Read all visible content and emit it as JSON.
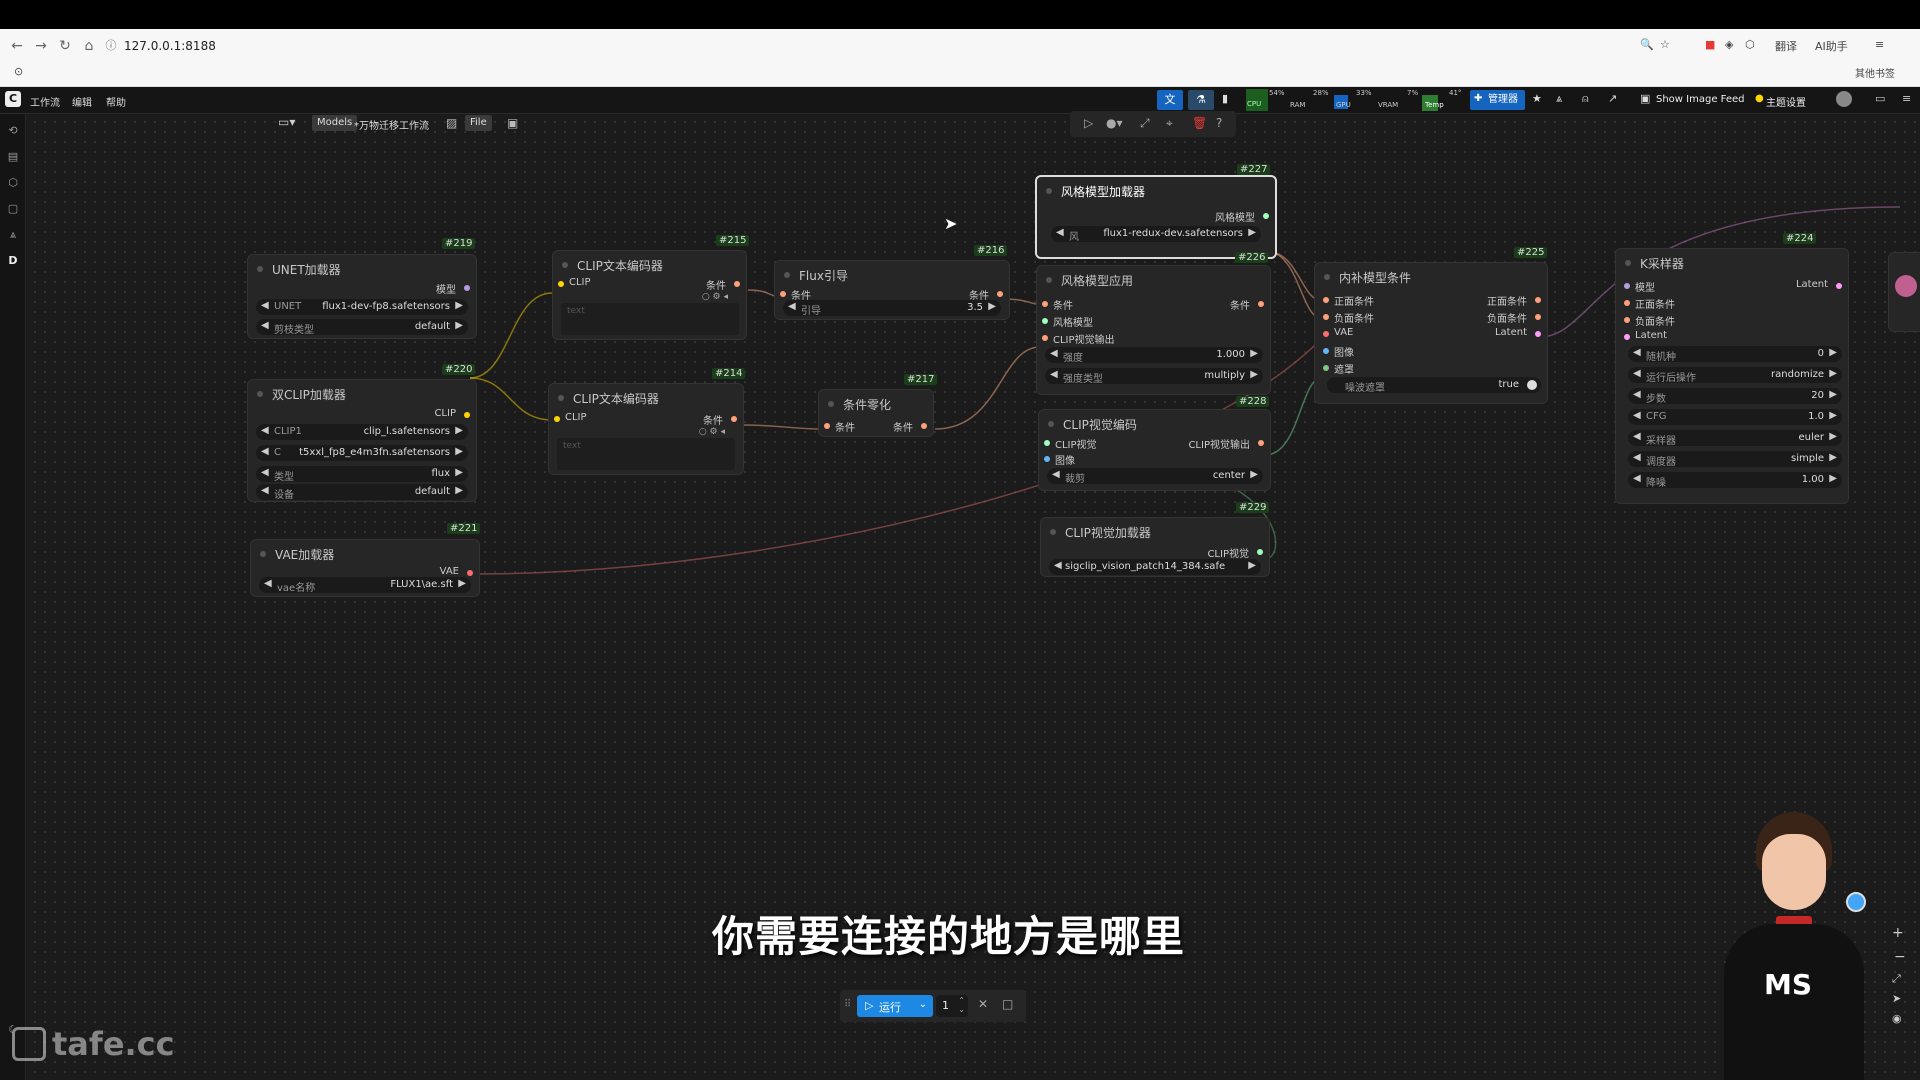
{
  "browser": {
    "url": "127.0.0.1:8188",
    "bookmarks_label": "其他书签",
    "right_labels": [
      "翻译",
      "AI助手"
    ]
  },
  "appbar": {
    "menus": [
      "工作流",
      "编辑",
      "帮助"
    ],
    "stats": [
      {
        "label": "CPU",
        "value": "54%"
      },
      {
        "label": "RAM",
        "value": "28%"
      },
      {
        "label": "GPU",
        "value": "33%"
      },
      {
        "label": "VRAM",
        "value": "7%"
      },
      {
        "label": "Temp",
        "value": "41°"
      }
    ],
    "manager_label": "管理器",
    "show_image_feed": "Show Image Feed",
    "theme_label": "主题设置"
  },
  "workflow_toolbar": {
    "models_label": "Models",
    "workflow_name": "*万物迁移工作流",
    "file_label": "File"
  },
  "nodes": {
    "unet": {
      "id": "#219",
      "title": "UNET加载器",
      "output": "模型",
      "widgets": [
        {
          "label": "UNET",
          "value": "flux1-dev-fp8.safetensors"
        },
        {
          "label": "剪枝类型",
          "value": "default"
        }
      ]
    },
    "dualclip": {
      "id": "#220",
      "title": "双CLIP加载器",
      "output": "CLIP",
      "widgets": [
        {
          "label": "CLIP1",
          "value": "clip_l.safetensors"
        },
        {
          "label": "C",
          "value": "t5xxl_fp8_e4m3fn.safetensors"
        },
        {
          "label": "类型",
          "value": "flux"
        },
        {
          "label": "设备",
          "value": "default"
        }
      ]
    },
    "vae": {
      "id": "#221",
      "title": "VAE加载器",
      "output": "VAE",
      "widgets": [
        {
          "label": "vae名称",
          "value": "FLUX1\\ae.sft"
        }
      ]
    },
    "clip1": {
      "id": "#215",
      "title": "CLIP文本编码器",
      "input": "CLIP",
      "output": "条件",
      "placeholder": "text"
    },
    "clip2": {
      "id": "#214",
      "title": "CLIP文本编码器",
      "input": "CLIP",
      "output": "条件",
      "placeholder": "text"
    },
    "flux": {
      "id": "#216",
      "title": "Flux引导",
      "input": "条件",
      "output": "条件",
      "widgets": [
        {
          "label": "引导",
          "value": "3.5"
        }
      ]
    },
    "zero": {
      "id": "#217",
      "title": "条件零化",
      "input": "条件",
      "output": "条件"
    },
    "style_loader": {
      "id": "#227",
      "title": "风格模型加载器",
      "output": "风格模型",
      "widgets": [
        {
          "label": "风",
          "value": "flux1-redux-dev.safetensors"
        }
      ]
    },
    "style_apply": {
      "id": "#226",
      "title": "风格模型应用",
      "inputs": [
        "条件",
        "风格模型",
        "CLIP视觉输出"
      ],
      "output": "条件",
      "widgets": [
        {
          "label": "强度",
          "value": "1.000"
        },
        {
          "label": "强度类型",
          "value": "multiply"
        }
      ]
    },
    "clip_vision_encode": {
      "id": "#228",
      "title": "CLIP视觉编码",
      "inputs": [
        "CLIP视觉",
        "图像"
      ],
      "output": "CLIP视觉输出",
      "widgets": [
        {
          "label": "裁剪",
          "value": "center"
        }
      ]
    },
    "clip_vision_loader": {
      "id": "#229",
      "title": "CLIP视觉加载器",
      "output": "CLIP视觉",
      "widgets": [
        {
          "label": "",
          "value": "sigclip_vision_patch14_384.safe"
        }
      ]
    },
    "inpaint": {
      "id": "#225",
      "title": "内补模型条件",
      "inputs": [
        "正面条件",
        "负面条件",
        "VAE",
        "图像",
        "遮罩"
      ],
      "outputs": [
        "正面条件",
        "负面条件",
        "Latent"
      ],
      "widgets": [
        {
          "label": "噪波遮罩",
          "value": "true"
        }
      ]
    },
    "ksampler": {
      "id": "#224",
      "title": "K采样器",
      "inputs": [
        "模型",
        "正面条件",
        "负面条件",
        "Latent"
      ],
      "output": "Latent",
      "widgets": [
        {
          "label": "随机种",
          "value": "0"
        },
        {
          "label": "运行后操作",
          "value": "randomize"
        },
        {
          "label": "步数",
          "value": "20"
        },
        {
          "label": "CFG",
          "value": "1.0"
        },
        {
          "label": "采样器",
          "value": "euler"
        },
        {
          "label": "调度器",
          "value": "simple"
        },
        {
          "label": "降噪",
          "value": "1.00"
        }
      ]
    }
  },
  "run_bar": {
    "run_label": "运行",
    "count": "1"
  },
  "subtitle": "你需要连接的地方是哪里",
  "watermark": "tafe.cc",
  "avatar_text": "MS",
  "colors": {
    "clip_pin": "#ffd500",
    "cond_pin": "#ffa07a",
    "model_pin": "#b39ddb",
    "vae_pin": "#ff6e6e",
    "latent_pin": "#ff9cf9",
    "image_pin": "#64b5f6",
    "mask_pin": "#81c784",
    "vision_pin": "#a1ffbd",
    "accent": "#1e88e5"
  }
}
